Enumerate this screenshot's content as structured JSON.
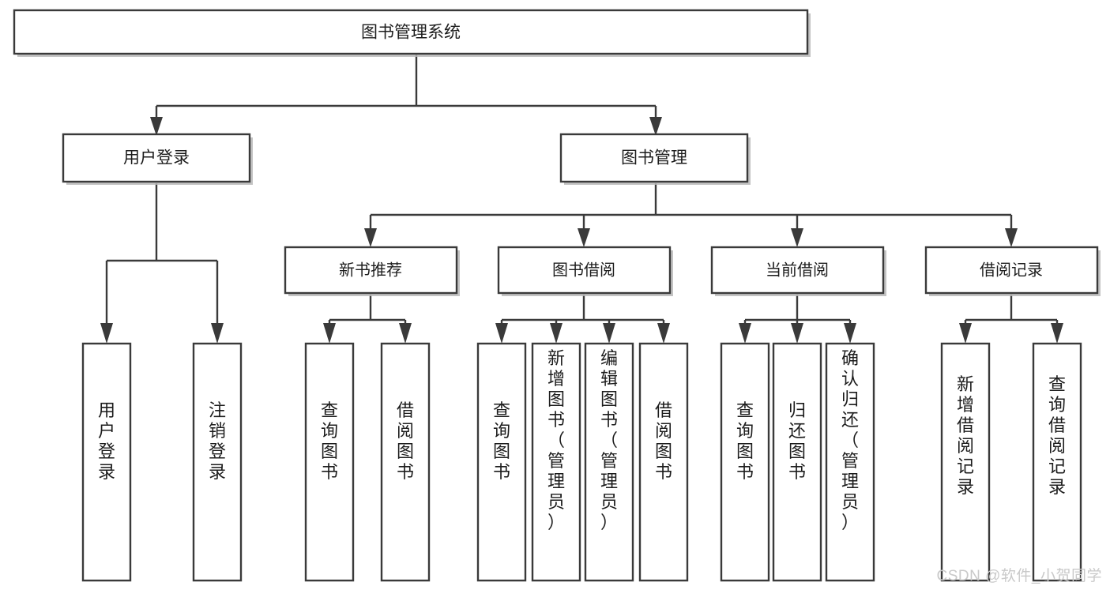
{
  "diagram": {
    "type": "tree",
    "title": "图书管理系统",
    "watermark": "CSDN @软件_小贺同学",
    "colors": {
      "box_stroke": "#3a3a3a",
      "box_fill": "#ffffff",
      "text": "#1c1c1c",
      "shadow": "#b9b9b9",
      "watermark": "#c9c9c9",
      "background": "#ffffff"
    },
    "root": {
      "label": "图书管理系统"
    },
    "level2": [
      {
        "label": "用户登录"
      },
      {
        "label": "图书管理"
      }
    ],
    "level3": [
      {
        "label": "新书推荐"
      },
      {
        "label": "图书借阅"
      },
      {
        "label": "当前借阅"
      },
      {
        "label": "借阅记录"
      }
    ],
    "leaves": {
      "user_login": [
        {
          "label": "用户登录"
        },
        {
          "label": "注销登录"
        }
      ],
      "new_book_recommend": [
        {
          "label": "查询图书"
        },
        {
          "label": "借阅图书"
        }
      ],
      "book_borrow": [
        {
          "label": "查询图书"
        },
        {
          "label": "新增图书（管理员）"
        },
        {
          "label": "编辑图书（管理员）"
        },
        {
          "label": "借阅图书"
        }
      ],
      "current_borrow": [
        {
          "label": "查询图书"
        },
        {
          "label": "归还图书"
        },
        {
          "label": "确认归还（管理员）"
        }
      ],
      "borrow_record": [
        {
          "label": "新增借阅记录"
        },
        {
          "label": "查询借阅记录"
        }
      ]
    }
  }
}
